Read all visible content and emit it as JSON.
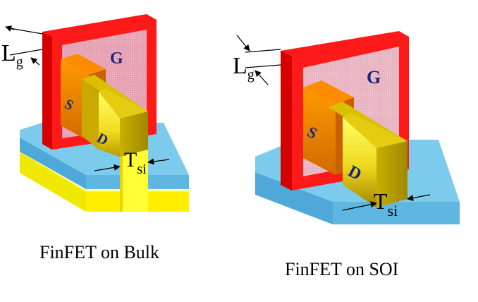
{
  "left_diagram": {
    "caption": "FinFET on Bulk",
    "labels": {
      "gate_length_main": "L",
      "gate_length_sub": "g",
      "gate": "G",
      "source": "S",
      "drain": "D",
      "fin_thickness_main": "T",
      "fin_thickness_sub": "si"
    }
  },
  "right_diagram": {
    "caption": "FinFET on SOI",
    "labels": {
      "gate_length_main": "L",
      "gate_length_sub": "g",
      "gate": "G",
      "source": "S",
      "drain": "D",
      "fin_thickness_main": "T",
      "fin_thickness_sub": "si"
    }
  },
  "colors": {
    "gate_frame": "#ff1a1a",
    "gate_frame_dark": "#cc0000",
    "gate_fill": "#e9a9b8",
    "fin_yellow": "#ffff33",
    "fin_dark": "#b09000",
    "source_orange": "#ff9900",
    "oxide_blue": "#79c8ea",
    "oxide_blue_side": "#4da6d6",
    "label_navy": "#1a237e"
  }
}
